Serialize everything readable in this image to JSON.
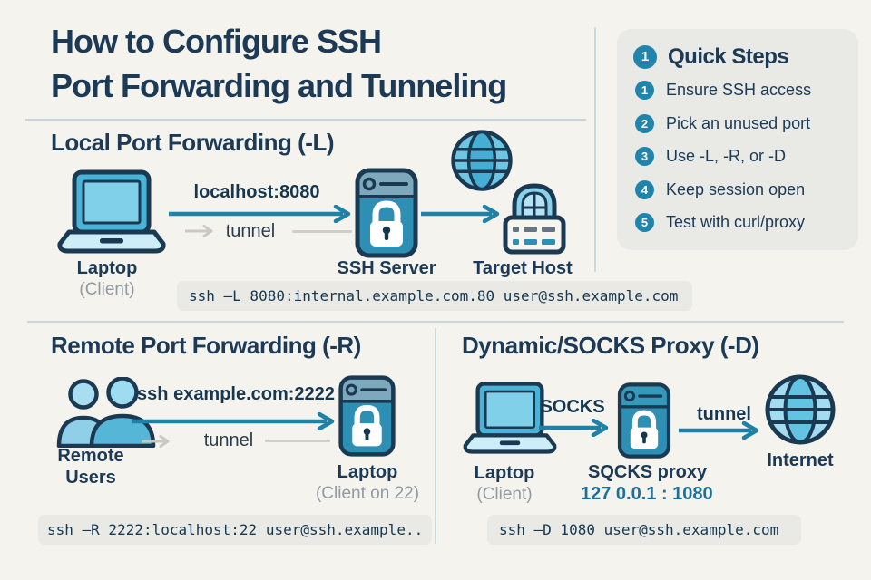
{
  "title": {
    "line1": "How to Configure SSH",
    "line2": "Port Forwarding and Tunneling"
  },
  "quick_steps": {
    "header": {
      "badge": "1",
      "label": "Quick Steps"
    },
    "items": [
      {
        "badge": "1",
        "label": "Ensure SSH access"
      },
      {
        "badge": "2",
        "label": "Pick an unused port"
      },
      {
        "badge": "3",
        "label": "Use -L, -R, or -D"
      },
      {
        "badge": "4",
        "label": "Keep session open"
      },
      {
        "badge": "5",
        "label": "Test with curl/proxy"
      }
    ]
  },
  "local": {
    "heading": "Local Port Forwarding (-L)",
    "flow_label": "localhost:8080",
    "tunnel_label": "tunnel",
    "laptop_label": "Laptop",
    "laptop_sublabel": "(Client)",
    "server_label": "SSH Server",
    "target_label": "Target Host",
    "command": "ssh –L 8080:internal.example.com.80 user@ssh.example.com"
  },
  "remote": {
    "heading": "Remote Port Forwarding (-R)",
    "flow_label": "ssh example.com:2222",
    "tunnel_label": "tunnel",
    "users_label_line1": "Remote",
    "users_label_line2": "Users",
    "laptop_label": "Laptop",
    "laptop_sublabel": "(Client on 22)",
    "command": "ssh –R 2222:localhost:22 user@ssh.example.."
  },
  "dynamic": {
    "heading": "Dynamic/SOCKS Proxy (-D)",
    "socks_label": "SOCKS",
    "tunnel_label": "tunnel",
    "laptop_label": "Laptop",
    "laptop_sublabel": "(Client)",
    "proxy_label": "SQCKS proxy",
    "proxy_address": "127 0.0.1 : 1080",
    "internet_label": "Internet",
    "command": "ssh –D 1080 user@ssh.example.com"
  },
  "colors": {
    "background": "#f5f3ee",
    "navy": "#1c3a55",
    "teal_accent": "#1f81a5",
    "badge_teal": "#2184ab",
    "panel_gray": "#e9e9e6",
    "command_bar": "#e9e9e5",
    "muted_gray": "#8f9ba1",
    "address_teal": "#1d7096"
  }
}
